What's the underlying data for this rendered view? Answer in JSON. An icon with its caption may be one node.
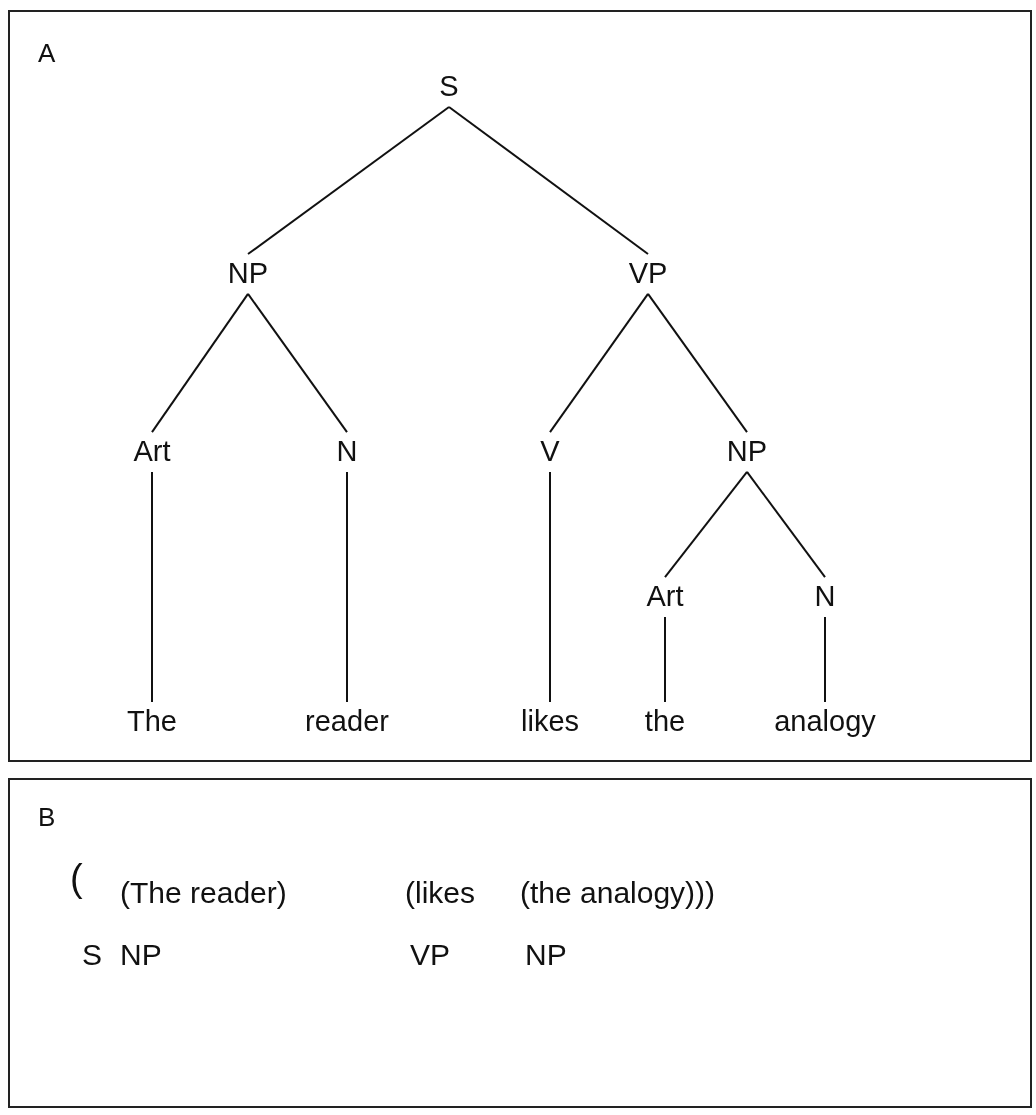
{
  "diagram": {
    "nodes": [
      {
        "text": [
          "A"
        ]
      },
      {
        "text": [
          "S"
        ],
        "in": 0
      },
      {
        "text": [
          "NP"
        ],
        "in": 0
      },
      {
        "text": [
          "VP"
        ],
        "in": 0
      },
      {
        "text": [
          "Art"
        ],
        "in": 0
      },
      {
        "text": [
          "N"
        ],
        "in": 0
      },
      {
        "text": [
          "V"
        ],
        "in": 0
      },
      {
        "text": [
          "NP"
        ],
        "in": 0
      },
      {
        "text": [
          "Art"
        ],
        "in": 0
      },
      {
        "text": [
          "N"
        ],
        "in": 0
      },
      {
        "text": [
          "The"
        ],
        "in": 0
      },
      {
        "text": [
          "reader"
        ],
        "in": 0
      },
      {
        "text": [
          "likes"
        ],
        "in": 0
      },
      {
        "text": [
          "the"
        ],
        "in": 0
      },
      {
        "text": [
          "analogy"
        ],
        "in": 0
      },
      {
        "text": [
          "B"
        ]
      }
    ],
    "edges": [
      {
        "from": 1,
        "to": 2,
        "arrow": "none"
      },
      {
        "from": 1,
        "to": 3,
        "arrow": "none"
      },
      {
        "from": 2,
        "to": 4,
        "arrow": "none"
      },
      {
        "from": 2,
        "to": 5,
        "arrow": "none"
      },
      {
        "from": 3,
        "to": 6,
        "arrow": "none"
      },
      {
        "from": 3,
        "to": 7,
        "arrow": "none"
      },
      {
        "from": 7,
        "to": 8,
        "arrow": "none"
      },
      {
        "from": 7,
        "to": 9,
        "arrow": "none"
      },
      {
        "from": 4,
        "to": 10,
        "arrow": "none"
      },
      {
        "from": 5,
        "to": 11,
        "arrow": "none"
      },
      {
        "from": 6,
        "to": 12,
        "arrow": "none"
      },
      {
        "from": 8,
        "to": 13,
        "arrow": "none"
      },
      {
        "from": 9,
        "to": 14,
        "arrow": "none"
      }
    ],
    "labels": [
      "(",
      "(The reader)",
      "(likes",
      "(the analogy)))",
      "S",
      "NP",
      "VP",
      "NP"
    ]
  }
}
